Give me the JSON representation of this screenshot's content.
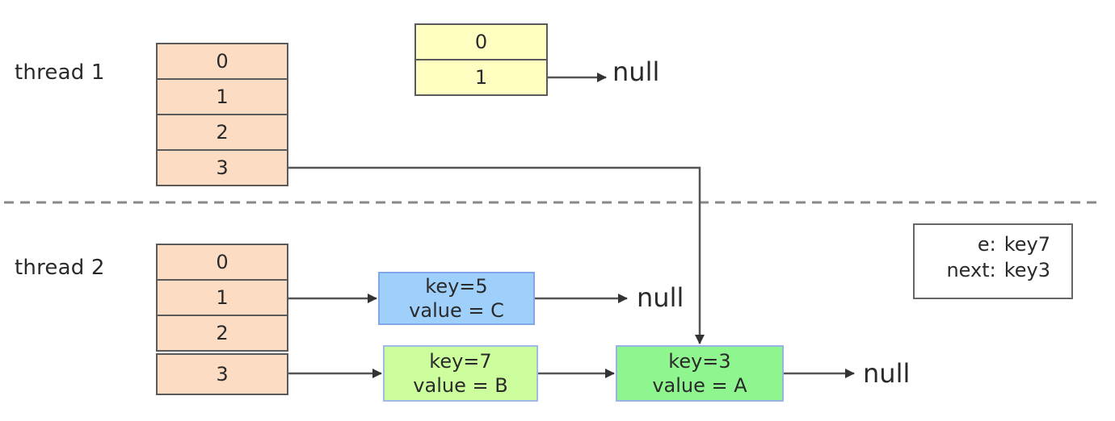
{
  "threads": {
    "thread1": {
      "label": "thread 1",
      "buckets": [
        "0",
        "1",
        "2",
        "3"
      ]
    },
    "thread2": {
      "label": "thread 2",
      "buckets": [
        "0",
        "1",
        "2",
        "3"
      ]
    }
  },
  "new_table": {
    "buckets": [
      "0",
      "1"
    ],
    "bucket1_next": "null"
  },
  "nodes": {
    "key5": {
      "key": "key=5",
      "value": "value = C",
      "next": "null"
    },
    "key7": {
      "key": "key=7",
      "value": "value = B"
    },
    "key3": {
      "key": "key=3",
      "value": "value = A",
      "next": "null"
    }
  },
  "info_box": {
    "e_label": "e:",
    "e_value": "key7",
    "next_label": "next:",
    "next_value": "key3"
  },
  "colors": {
    "bucket": "#fddcc4",
    "new_bucket": "#ffffc2",
    "node_c": "#9fd0fb",
    "node_b": "#cdfe9e",
    "node_a": "#8ff58f",
    "line": "#555555"
  }
}
